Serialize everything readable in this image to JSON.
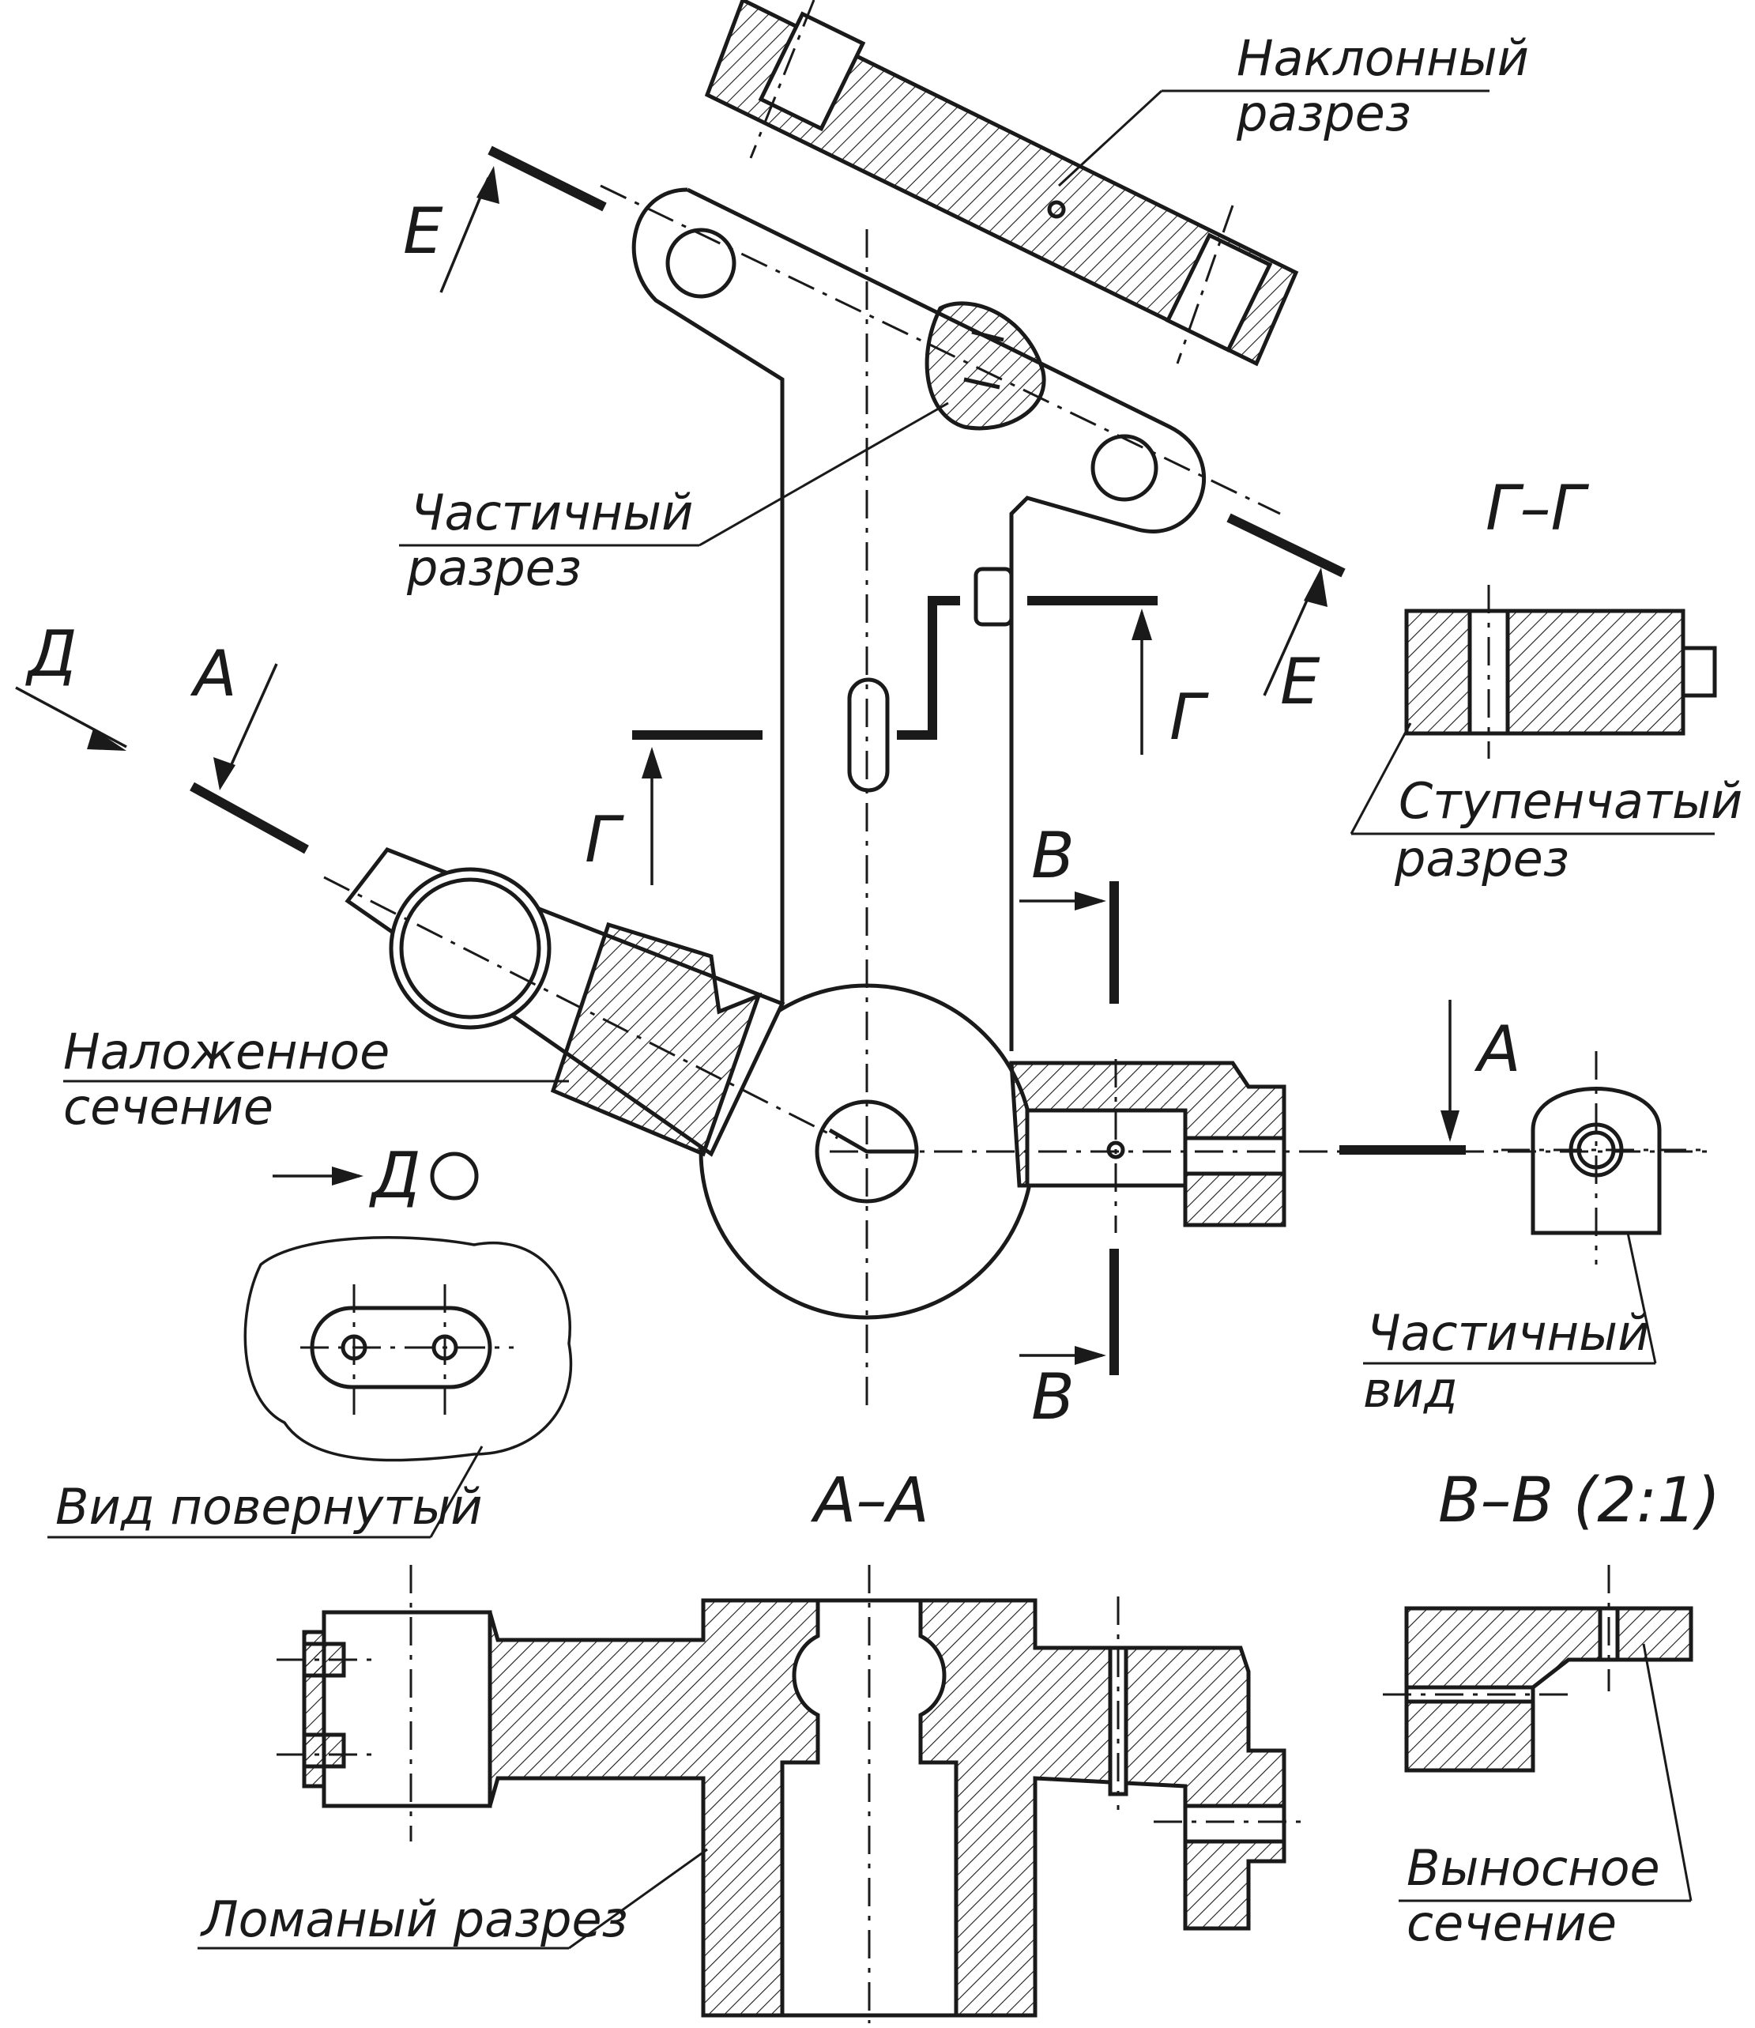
{
  "labels": {
    "inclined_section": [
      "Наклонный",
      "разрез"
    ],
    "partial_section": [
      "Частичный",
      "разрез"
    ],
    "stepped_section": [
      "Ступенчатый",
      "разрез"
    ],
    "superimposed_section": [
      "Наложенное",
      "сечение"
    ],
    "rotated_view": "Вид повернутый",
    "partial_view": [
      "Частичный",
      "вид"
    ],
    "broken_section": "Ломаный разрез",
    "removed_section": [
      "Выносное",
      "сечение"
    ]
  },
  "section_titles": {
    "g_g": "Г–Г",
    "a_a": "А–А",
    "v_v": "В–В (2:1)"
  },
  "cut_letters": {
    "e": "Е",
    "g": "Г",
    "d": "Д",
    "a": "А",
    "v": "В"
  },
  "colors": {
    "ink": "#1a1a1a",
    "paper": "#ffffff"
  }
}
